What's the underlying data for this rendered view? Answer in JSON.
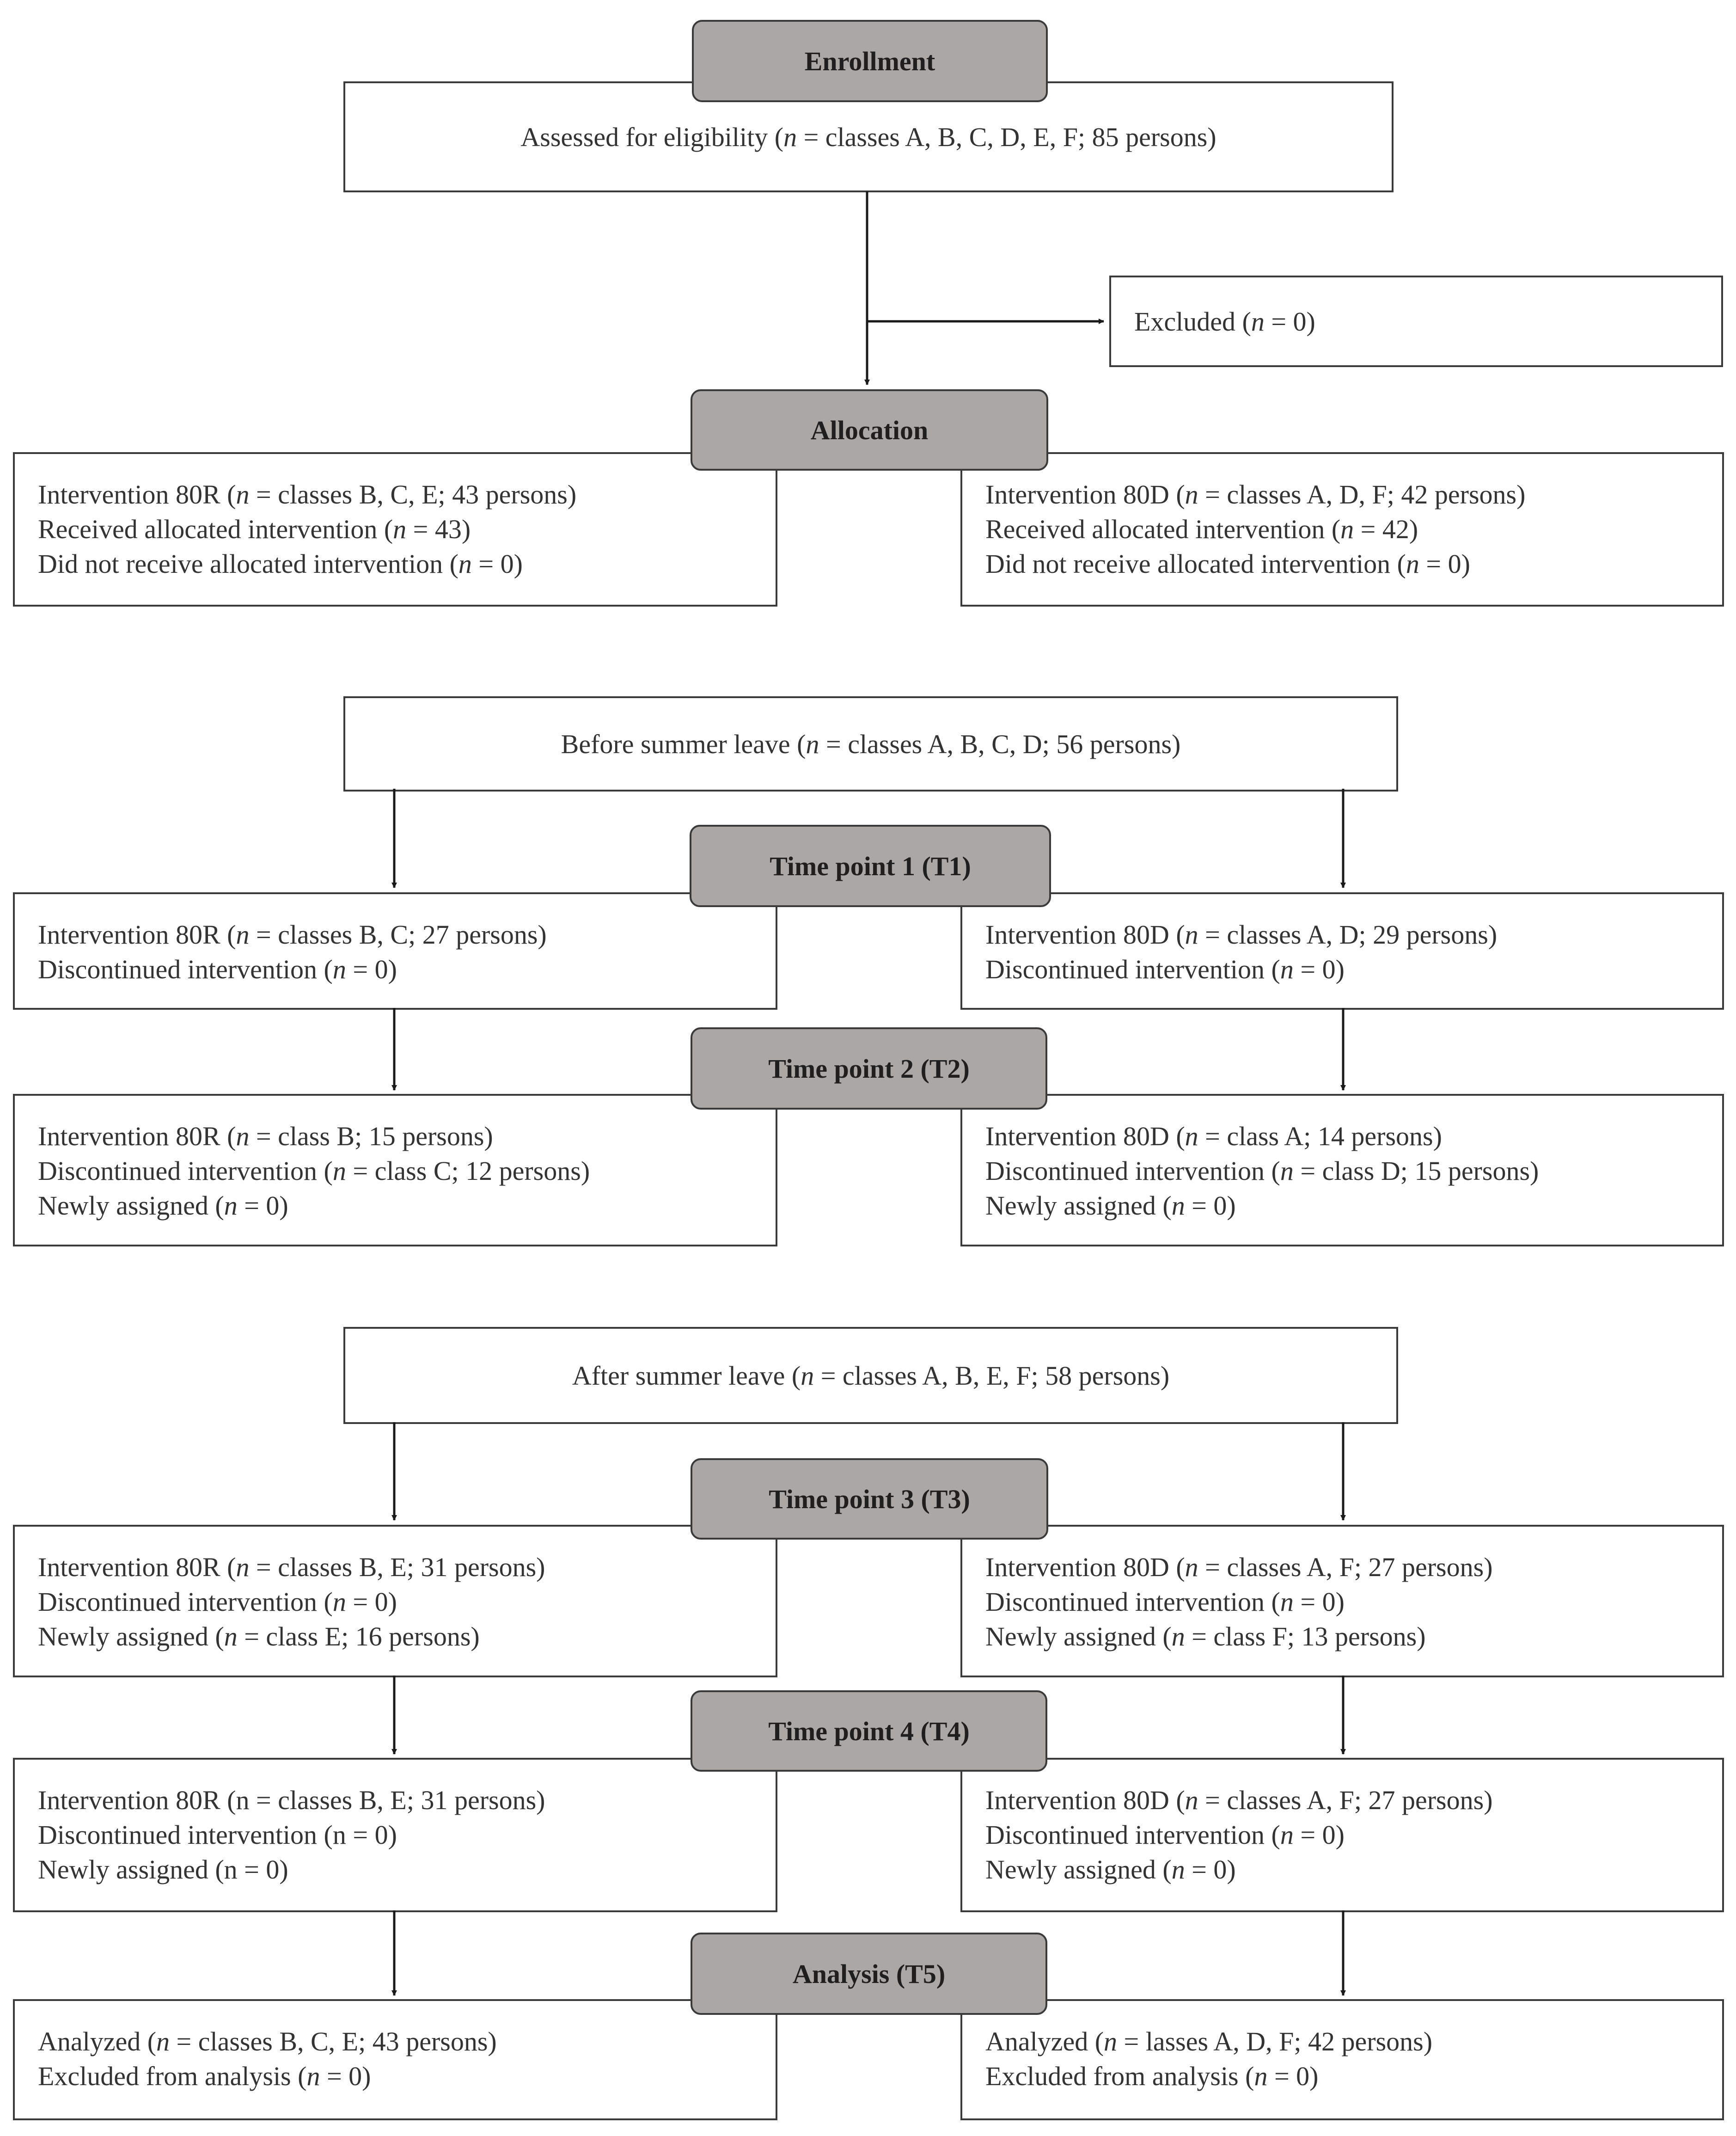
{
  "stages": {
    "enrollment": "Enrollment",
    "allocation": "Allocation",
    "t1": "Time point 1 (T1)",
    "t2": "Time point 2 (T2)",
    "t3": "Time point 3 (T3)",
    "t4": "Time point 4 (T4)",
    "t5": "Analysis (T5)"
  },
  "eligibility": {
    "prefix": "Assessed for eligibility (",
    "n": "n",
    "rest": " = classes A, B, C, D, E, F; 85 persons)"
  },
  "excluded": {
    "prefix": "Excluded (",
    "n": "n",
    "rest": " = 0)"
  },
  "allocation": {
    "left": [
      {
        "pre": "Intervention 80R (",
        "n": "n",
        "post": " = classes B, C, E; 43 persons)"
      },
      {
        "pre": "Received allocated intervention (",
        "n": "n",
        "post": " = 43)"
      },
      {
        "pre": "Did not receive allocated intervention (",
        "n": "n",
        "post": " = 0)"
      }
    ],
    "right": [
      {
        "pre": "Intervention 80D (",
        "n": "n",
        "post": " = classes A, D, F; 42 persons)"
      },
      {
        "pre": "Received allocated intervention (",
        "n": "n",
        "post": " = 42)"
      },
      {
        "pre": "Did not receive allocated intervention (",
        "n": "n",
        "post": " = 0)"
      }
    ]
  },
  "before_summer": {
    "prefix": "Before summer leave (",
    "n": "n",
    "rest": " = classes A, B, C, D; 56 persons)"
  },
  "t1": {
    "left": [
      {
        "pre": "Intervention 80R (",
        "n": "n",
        "post": " = classes B, C; 27 persons)"
      },
      {
        "pre": "Discontinued intervention (",
        "n": "n",
        "post": " = 0)"
      }
    ],
    "right": [
      {
        "pre": "Intervention 80D (",
        "n": "n",
        "post": " = classes A, D; 29 persons)"
      },
      {
        "pre": "Discontinued intervention (",
        "n": "n",
        "post": " = 0)"
      }
    ]
  },
  "t2": {
    "left": [
      {
        "pre": "Intervention 80R (",
        "n": "n",
        "post": " = class B; 15 persons)"
      },
      {
        "pre": "Discontinued intervention (",
        "n": "n",
        "post": " = class C; 12 persons)"
      },
      {
        "pre": "Newly assigned (",
        "n": "n",
        "post": " = 0)"
      }
    ],
    "right": [
      {
        "pre": "Intervention 80D (",
        "n": "n",
        "post": " = class A; 14 persons)"
      },
      {
        "pre": "Discontinued intervention (",
        "n": "n",
        "post": " = class D; 15 persons)"
      },
      {
        "pre": "Newly assigned (",
        "n": "n",
        "post": " = 0)"
      }
    ]
  },
  "after_summer": {
    "prefix": "After summer leave (",
    "n": "n",
    "rest": " = classes A, B, E, F; 58 persons)"
  },
  "t3": {
    "left": [
      {
        "pre": "Intervention 80R (",
        "n": "n",
        "post": " = classes B, E; 31 persons)"
      },
      {
        "pre": "Discontinued intervention (",
        "n": "n",
        "post": " = 0)"
      },
      {
        "pre": "Newly assigned (",
        "n": "n",
        "post": " = class E; 16 persons)"
      }
    ],
    "right": [
      {
        "pre": "Intervention 80D (",
        "n": "n",
        "post": " = classes A, F; 27 persons)"
      },
      {
        "pre": "Discontinued intervention (",
        "n": "n",
        "post": " = 0)"
      },
      {
        "pre": "Newly assigned (",
        "n": "n",
        "post": " = class F; 13 persons)"
      }
    ]
  },
  "t4": {
    "left": [
      {
        "pre": "Intervention 80R (n = classes B, E; 31 persons)",
        "n": "",
        "post": ""
      },
      {
        "pre": "Discontinued intervention (n = 0)",
        "n": "",
        "post": ""
      },
      {
        "pre": "Newly assigned (n = 0)",
        "n": "",
        "post": ""
      }
    ],
    "right": [
      {
        "pre": "Intervention 80D (",
        "n": "n",
        "post": " = classes A, F; 27 persons)"
      },
      {
        "pre": "Discontinued intervention (",
        "n": "n",
        "post": " = 0)"
      },
      {
        "pre": "Newly assigned (",
        "n": "n",
        "post": " = 0)"
      }
    ]
  },
  "t5": {
    "left": [
      {
        "pre": "Analyzed (",
        "n": "n",
        "post": " = classes B, C, E; 43 persons)"
      },
      {
        "pre": "Excluded from analysis (",
        "n": "n",
        "post": " = 0)"
      }
    ],
    "right": [
      {
        "pre": "Analyzed (",
        "n": "n",
        "post": " = lasses A, D, F; 42 persons)"
      },
      {
        "pre": "Excluded from analysis (",
        "n": "n",
        "post": " = 0)"
      }
    ]
  }
}
